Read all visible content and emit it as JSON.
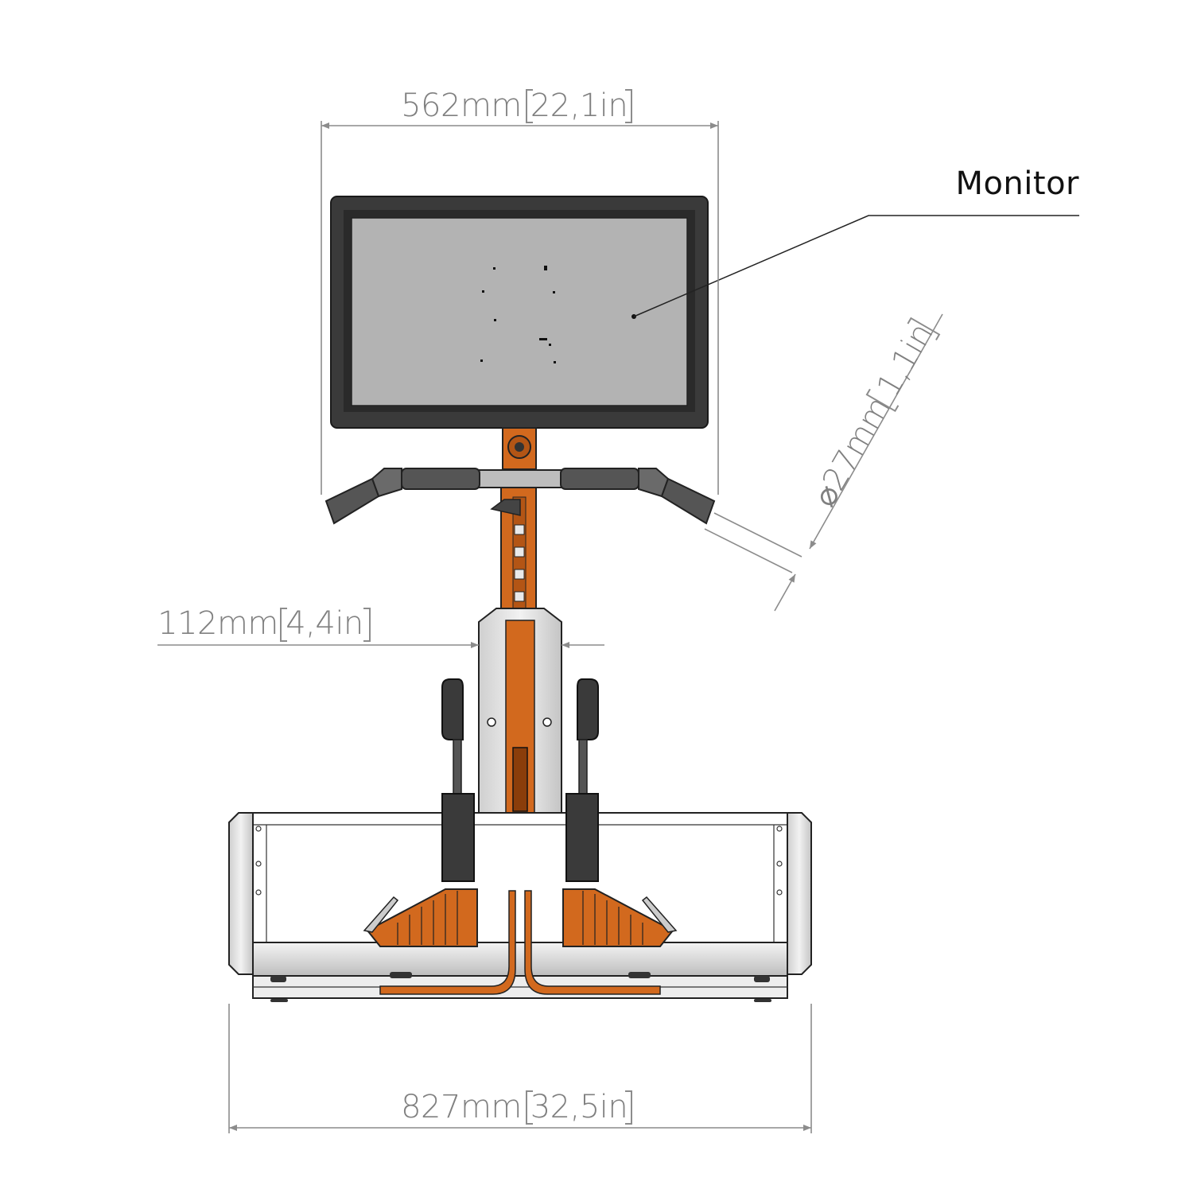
{
  "dimensions": {
    "monitor_width": {
      "mm": "562mm",
      "inch": "22,1in"
    },
    "base_width": {
      "mm": "827mm",
      "inch": "32,5in"
    },
    "column_width": {
      "mm": "112mm",
      "inch": "4,4in"
    },
    "grip_diameter": {
      "mm": "⌀27mm",
      "inch": "1,1in"
    }
  },
  "callouts": {
    "monitor": "Monitor"
  },
  "colors": {
    "frame_orange": "#d2691e",
    "monitor_bezel": "#3a3a3a",
    "screen": "#b3b3b3",
    "dimension_gray": "#8c8c8c",
    "aluminum": "#e6e6e6"
  }
}
